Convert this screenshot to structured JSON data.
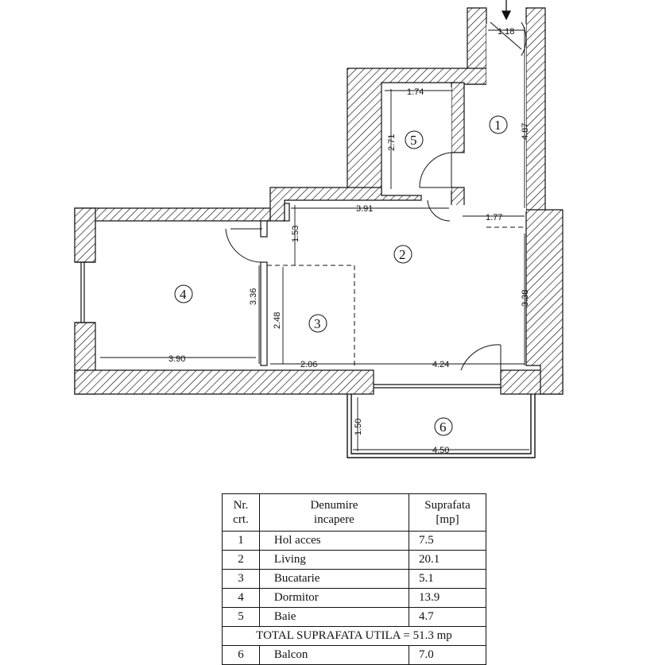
{
  "plan": {
    "dimensions": {
      "entry_width": "1.18",
      "hall_length": "4.87",
      "bath_width": "1.74",
      "bath_length": "2.71",
      "living_width": "3.91",
      "hall_offset": "1.77",
      "living_niche": "1.53",
      "living_depth": "3.38",
      "bedroom_depth": "3.36",
      "bedroom_width": "3.90",
      "kitchen_depth": "2.48",
      "kitchen_width": "2.06",
      "living_length": "4.24",
      "balcony_depth": "1.50",
      "balcony_width": "4.50"
    },
    "room_numbers": [
      "1",
      "2",
      "3",
      "4",
      "5",
      "6"
    ]
  },
  "table": {
    "headers": {
      "nr": [
        "Nr.",
        "crt."
      ],
      "name": [
        "Denumire",
        "incapere"
      ],
      "area": [
        "Suprafata",
        "[mp]"
      ]
    },
    "rows": [
      {
        "nr": "1",
        "name": "Hol acces",
        "area": "7.5"
      },
      {
        "nr": "2",
        "name": "Living",
        "area": "20.1"
      },
      {
        "nr": "3",
        "name": "Bucatarie",
        "area": "5.1"
      },
      {
        "nr": "4",
        "name": "Dormitor",
        "area": "13.9"
      },
      {
        "nr": "5",
        "name": "Baie",
        "area": "4.7"
      }
    ],
    "total": "TOTAL SUPRAFATA UTILA = 51.3 mp",
    "partial_row": {
      "nr": "6",
      "name": "Balcon",
      "area": "7.0"
    }
  }
}
